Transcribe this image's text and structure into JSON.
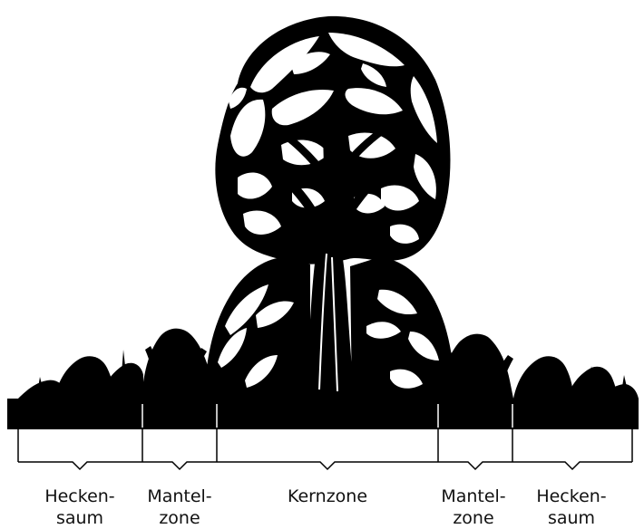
{
  "colors": {
    "ink": "#000000",
    "paper": "#ffffff"
  },
  "zones": [
    {
      "line1": "Hecken-",
      "line2": "saum"
    },
    {
      "line1": "Mantel-",
      "line2": "zone"
    },
    {
      "line1": "Kernzone",
      "line2": ""
    },
    {
      "line1": "Mantel-",
      "line2": "zone"
    },
    {
      "line1": "Hecken-",
      "line2": "saum"
    }
  ]
}
